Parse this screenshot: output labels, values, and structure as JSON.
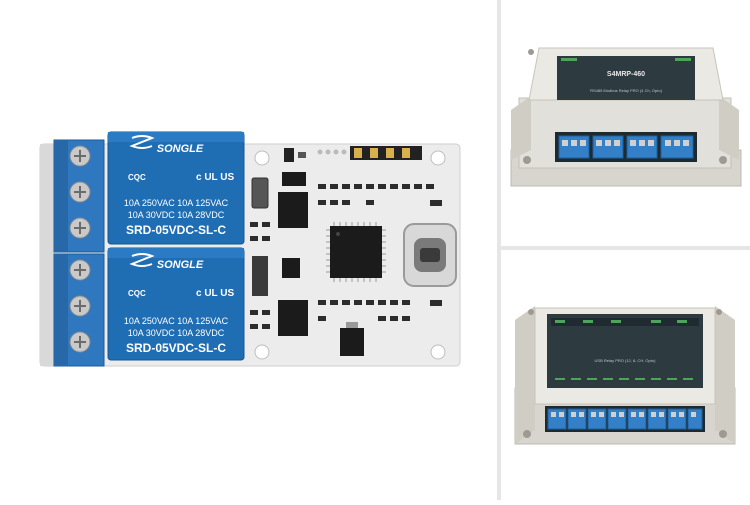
{
  "relay_board": {
    "relays": [
      {
        "brand": "SONGLE",
        "spec_line_1": "10A 250VAC  10A 125VAC",
        "spec_line_2": "10A 30VDC   10A 28VDC",
        "model": "SRD-05VDC-SL-C"
      },
      {
        "brand": "SONGLE",
        "spec_line_1": "10A 250VAC  10A 125VAC",
        "spec_line_2": "10A 30VDC   10A 28VDC",
        "model": "SRD-05VDC-SL-C"
      }
    ],
    "cert_mark": "CQC",
    "ul_mark": "c UL US"
  },
  "enclosure_top": {
    "label_title": "S4MRP-460",
    "label_subtitle": "RS485 Modbus Relay PRO (4 Ch, Opto)"
  },
  "enclosure_bottom": {
    "label_subtitle": "USB Relay PRO (12, 8, CH, Opto)"
  },
  "colors": {
    "pcb": "#eeeeee",
    "relay_blue": "#1f6db3",
    "terminal_blue": "#3380c8",
    "enclosure_gray": "#dcdad4",
    "label_dark": "#2d3a40"
  }
}
